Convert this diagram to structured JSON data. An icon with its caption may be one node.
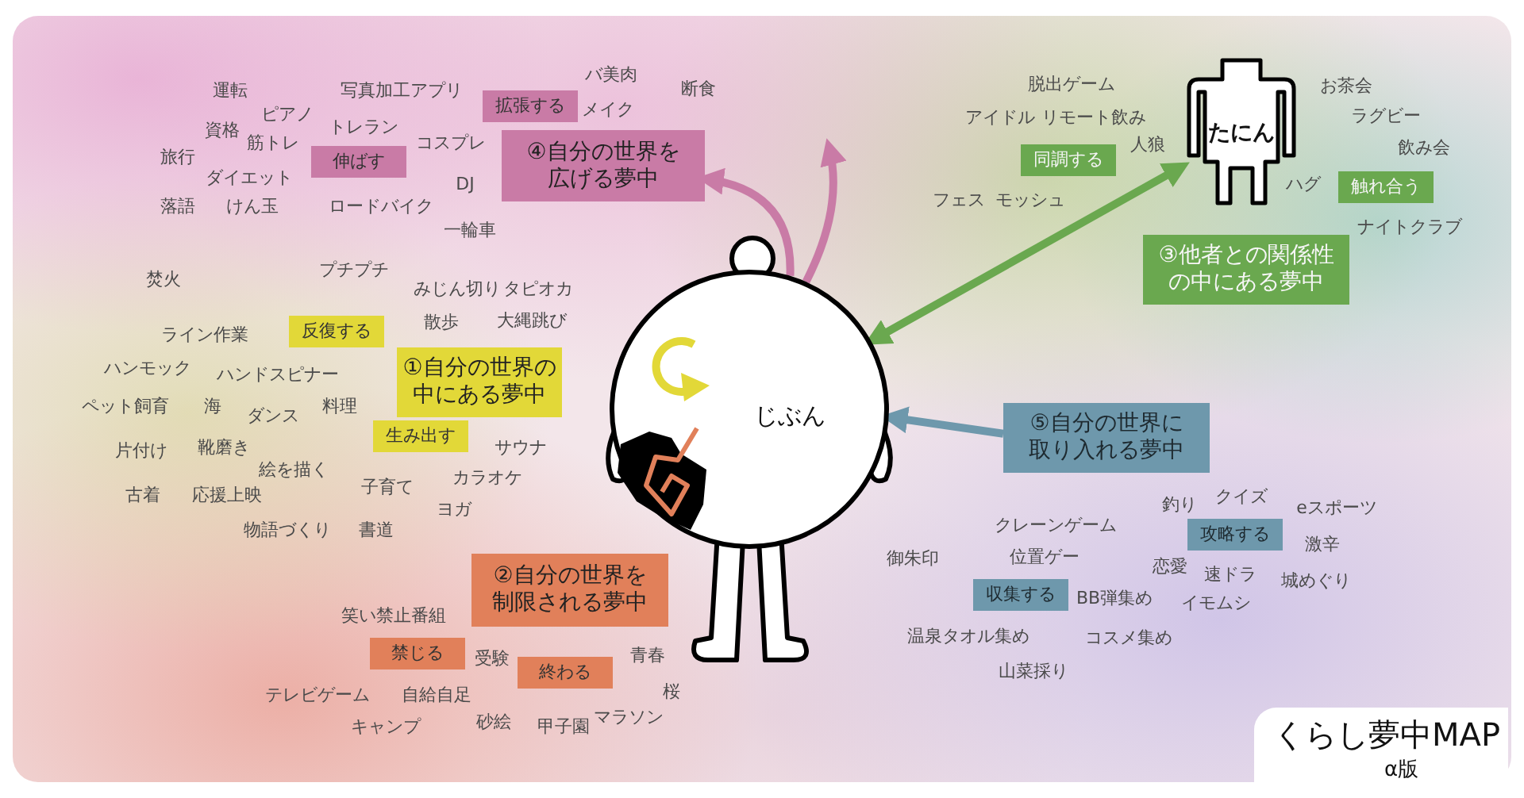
{
  "diagram": {
    "title": "くらし夢中MAP",
    "caption": "α版",
    "nodes": [
      {
        "text": [
          "④自分の世界を広げる夢中"
        ]
      },
      {
        "text": [
          "拡張する"
        ]
      },
      {
        "text": [
          "伸ばす"
        ]
      },
      {
        "text": [
          "①自分の世界の中にある夢中"
        ]
      },
      {
        "text": [
          "反復する"
        ]
      },
      {
        "text": [
          "生み出す"
        ]
      },
      {
        "text": [
          "じぶん"
        ]
      },
      {
        "text": [
          "②自分の世界を制限される夢中"
        ]
      },
      {
        "text": [
          "禁じる"
        ]
      },
      {
        "text": [
          "終わる"
        ]
      },
      {
        "text": [
          "たにん"
        ]
      },
      {
        "text": [
          "同調する"
        ]
      },
      {
        "text": [
          "触れ合う"
        ]
      },
      {
        "text": [
          "③他者との関係性の中にある夢中"
        ]
      },
      {
        "text": [
          "⑤自分の世界に取り入れる夢中"
        ]
      },
      {
        "text": [
          "攻略する"
        ]
      },
      {
        "text": [
          "収集する"
        ]
      }
    ],
    "edges": [
      {
        "from": 6,
        "to": 0,
        "arrow": "to",
        "color": "#c97ba6"
      },
      {
        "from": 6,
        "to": null,
        "arrow": "to",
        "color": "#c97ba6"
      },
      {
        "from": 6,
        "to": 10,
        "arrow": "both",
        "color": "#6aa84f"
      },
      {
        "from": 14,
        "to": 6,
        "arrow": "to",
        "color": "#6e98ac"
      }
    ],
    "labels": [
      "バ美肉",
      "運転",
      "写真加工アプリ",
      "断食",
      "ピアノ",
      "メイク",
      "資格",
      "トレラン",
      "筋トレ",
      "コスプレ",
      "旅行",
      "ダイエット",
      "DJ",
      "落語",
      "けん玉",
      "ロードバイク",
      "一輪車",
      "プチプチ",
      "焚火",
      "みじん切り",
      "タピオカ",
      "散歩",
      "大縄跳び",
      "ライン作業",
      "ハンモック",
      "ハンドスピナー",
      "ペット飼育",
      "海",
      "料理",
      "ダンス",
      "片付け",
      "靴磨き",
      "サウナ",
      "絵を描く",
      "カラオケ",
      "子育て",
      "古着",
      "応援上映",
      "ヨガ",
      "物語づくり",
      "書道",
      "笑い禁止番組",
      "受験",
      "青春",
      "テレビゲーム",
      "自給自足",
      "桜",
      "砂絵",
      "甲子園",
      "マラソン",
      "キャンプ",
      "脱出ゲーム",
      "お茶会",
      "アイドル",
      "リモート飲み",
      "ラグビー",
      "人狼",
      "飲み会",
      "ハグ",
      "フェス",
      "モッシュ",
      "ナイトクラブ",
      "クイズ",
      "釣り",
      "eスポーツ",
      "クレーンゲーム",
      "激辛",
      "御朱印",
      "位置ゲー",
      "恋愛",
      "速ドラ",
      "城めぐり",
      "BB弾集め",
      "イモムシ",
      "温泉タオル集め",
      "コスメ集め",
      "山菜採り"
    ]
  }
}
